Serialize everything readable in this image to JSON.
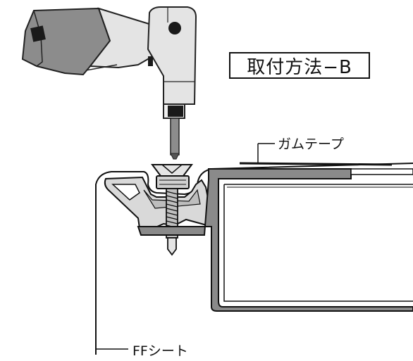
{
  "diagram": {
    "title": "取付方法−B",
    "labels": {
      "gum_tape": "ガムテープ",
      "ff_sheet": "FFシート"
    }
  },
  "colors": {
    "drill_body": "#e4e4e4",
    "drill_battery": "#8c8c8c",
    "drill_outline": "#222222",
    "profile_dark": "#8a8a8a",
    "profile_light": "#d9d9d9",
    "line": "#111111"
  }
}
